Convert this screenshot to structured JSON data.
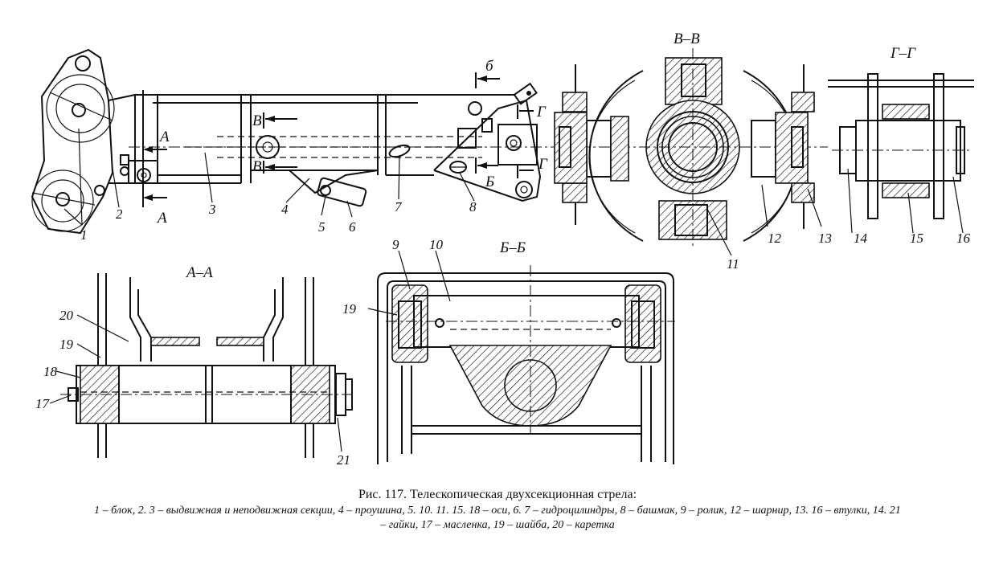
{
  "figure": {
    "title": "Рис. 117. Телескопическая двухсекционная стрела:",
    "legend": "1 – блок,  2.  3 – выдвижная  и  неподвижная  секции,  4 – проушина,  5.  10.  11.  15.  18 – оси,  6.  7 – гидроцилиндры,  8 – башмак,  9 – ролик,  12 – шарнир,  13.  16 – втулки,  14.  21 – гайки,  17 – масленка,  19 – шайба,  20 – каретка"
  },
  "sections": {
    "a_a": "А–А",
    "b_b": "Б–Б",
    "v_v": "В–В",
    "g_g": "Г–Г"
  },
  "cut_marks": {
    "a": "А",
    "b": "Б",
    "b_lower": "б",
    "v": "В",
    "g": "Г"
  },
  "callouts": [
    "1",
    "2",
    "3",
    "4",
    "5",
    "6",
    "7",
    "8",
    "9",
    "10",
    "11",
    "12",
    "13",
    "14",
    "15",
    "16",
    "17",
    "18",
    "19",
    "20",
    "21"
  ]
}
